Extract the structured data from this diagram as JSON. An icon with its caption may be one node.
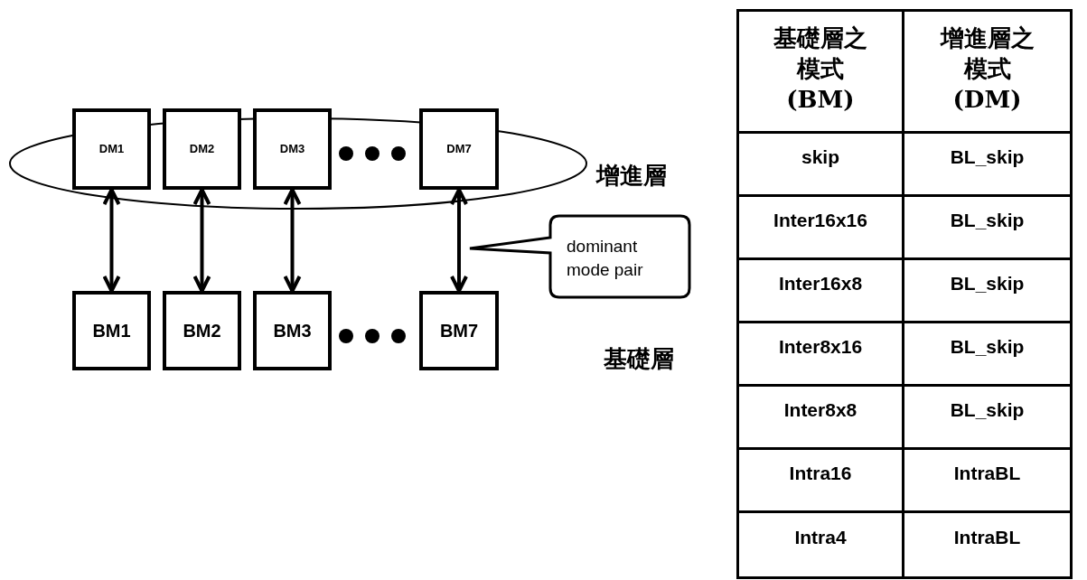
{
  "diagram": {
    "nodes": [
      {
        "text": [
          "增進層"
        ]
      },
      {
        "text": [
          "DM1"
        ],
        "in": 0
      },
      {
        "text": [
          "DM2"
        ],
        "in": 0
      },
      {
        "text": [
          "DM3"
        ],
        "in": 0
      },
      {
        "text": [
          "DM7"
        ],
        "in": 0
      },
      {
        "text": [
          "BM1"
        ]
      },
      {
        "text": [
          "BM2"
        ]
      },
      {
        "text": [
          "BM3"
        ]
      },
      {
        "text": [
          "BM7"
        ]
      },
      {
        "text": [
          "dominant mode pair"
        ]
      }
    ],
    "edges": [
      {
        "from": 1,
        "to": 5,
        "arrow": "both"
      },
      {
        "from": 2,
        "to": 6,
        "arrow": "both"
      },
      {
        "from": 3,
        "to": 7,
        "arrow": "both"
      },
      {
        "from": 4,
        "to": 8,
        "arrow": "both"
      }
    ],
    "labels": [
      "基礎層",
      "基礎層之模式(BM)",
      "增進層之模式(DM)",
      "skip",
      "BL_skip",
      "Inter16x16",
      "BL_skip",
      "Inter16x8",
      "BL_skip",
      "Inter8x16",
      "BL_skip",
      "Inter8x8",
      "BL_skip",
      "Intra16",
      "IntraBL",
      "Intra4",
      "IntraBL"
    ]
  }
}
